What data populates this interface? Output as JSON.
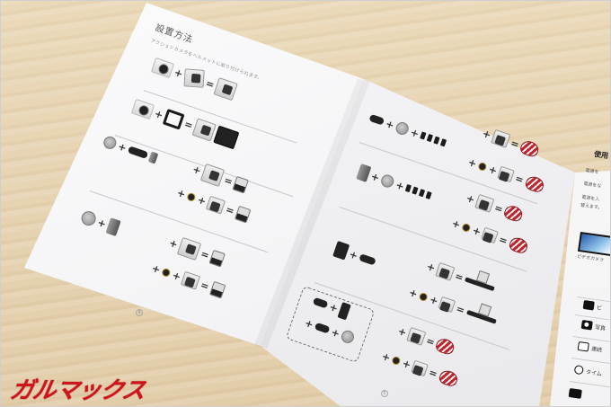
{
  "scene": {
    "description": "Photo of an open action-camera instruction booklet on a wooden table",
    "colors": {
      "table": "#e6d3b2",
      "paper": "#f4f4f6",
      "watermark": "#d1141a",
      "helmet_red": "#c0242d"
    }
  },
  "left_page": {
    "title": "設置方法",
    "subtitle": "アクションカメラをヘルメットに取り付けられます。",
    "page_number": "4",
    "rows": [
      {
        "items": [
          "camera",
          "+",
          "waterproof-housing",
          "=",
          "camera-in-housing"
        ]
      },
      {
        "items": [
          "camera",
          "+",
          "frame-mount",
          "=",
          "camera-in-frame",
          "back-door"
        ]
      },
      {
        "items": [
          "flat-adhesive-mount",
          "+",
          "screw-adapter",
          "<",
          "+ housing = mounted",
          "+ tripod-nut + camera = mounted"
        ]
      },
      {
        "items": [
          "flat-adhesive-mount",
          "+",
          "quick-release-buckle",
          "<",
          "+ housing = mounted",
          "+ tripod-nut + camera = mounted"
        ]
      }
    ]
  },
  "right_page": {
    "page_number": "5",
    "rows": [
      {
        "items": [
          "long-screw",
          "+",
          "curved-mount",
          "+",
          "adhesive-pads",
          "<",
          "+ housing = helmet",
          "+ tripod-nut + camera = helmet"
        ]
      },
      {
        "items": [
          "buckle-mount",
          "+",
          "curved-mount",
          "+",
          "adhesive-pads",
          "<",
          "+ housing = helmet",
          "+ tripod-nut + camera = helmet"
        ]
      },
      {
        "items": [
          "handlebar-mount",
          "+",
          "extension-arm",
          "<",
          "+ housing = bike-bar",
          "+ tripod-nut + camera = bike-bar"
        ]
      },
      {
        "items": [
          "[arm + arm + screw + disc]",
          "<",
          "+ housing = helmet",
          "+ tripod-nut + camera = helmet"
        ]
      }
    ]
  },
  "third_page": {
    "title": "使用",
    "lines": [
      "電源を",
      "電源をな",
      "電源を入",
      "替えます。"
    ],
    "caption": "ビデオカメラ",
    "modes": [
      {
        "icon": "video-icon",
        "label": "ビ"
      },
      {
        "icon": "camera-icon",
        "label": "写真"
      },
      {
        "icon": "burst-icon",
        "label": "連続"
      },
      {
        "icon": "timer-icon",
        "label": "タイム"
      },
      {
        "icon": "playback-icon",
        "label": ""
      }
    ]
  },
  "watermark": {
    "text": "ガルマックス"
  }
}
